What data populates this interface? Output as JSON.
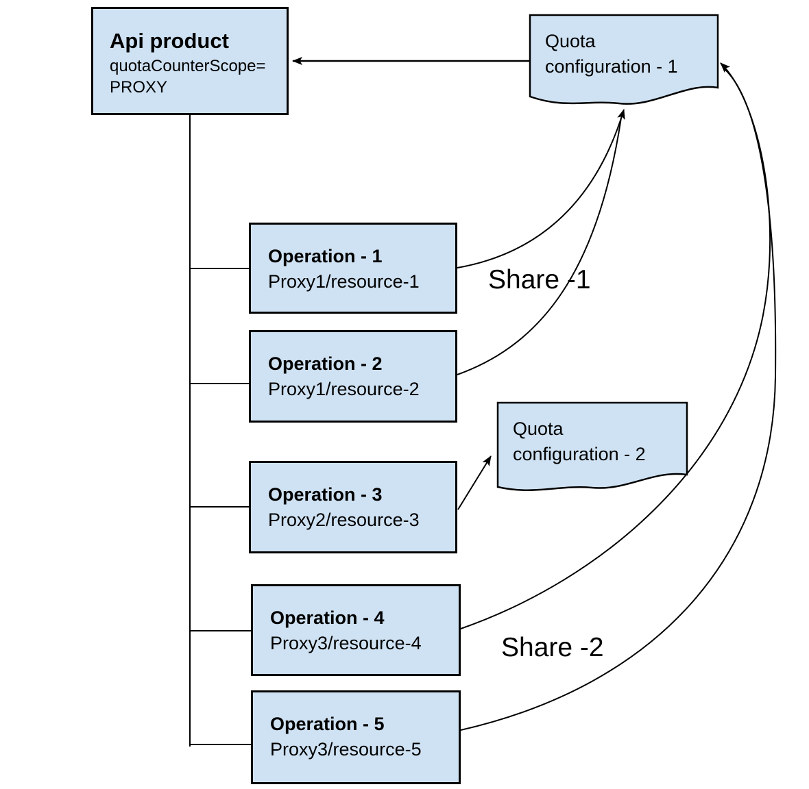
{
  "diagram": {
    "api_product": {
      "title": "Api product",
      "subtitle_line1": "quotaCounterScope=",
      "subtitle_line2": "PROXY"
    },
    "quota_config_1": {
      "line1": "Quota",
      "line2": "configuration - 1"
    },
    "quota_config_2": {
      "line1": "Quota",
      "line2": "configuration - 2"
    },
    "operations": [
      {
        "title": "Operation - 1",
        "subtitle": "Proxy1/resource-1"
      },
      {
        "title": "Operation - 2",
        "subtitle": "Proxy1/resource-2"
      },
      {
        "title": "Operation - 3",
        "subtitle": "Proxy2/resource-3"
      },
      {
        "title": "Operation - 4",
        "subtitle": "Proxy3/resource-4"
      },
      {
        "title": "Operation - 5",
        "subtitle": "Proxy3/resource-5"
      }
    ],
    "share_labels": {
      "share_1": "Share -1",
      "share_2": "Share -2"
    },
    "colors": {
      "node_fill": "#cfe2f3",
      "node_border": "#000000",
      "connector": "#000000",
      "background": "#ffffff"
    }
  }
}
